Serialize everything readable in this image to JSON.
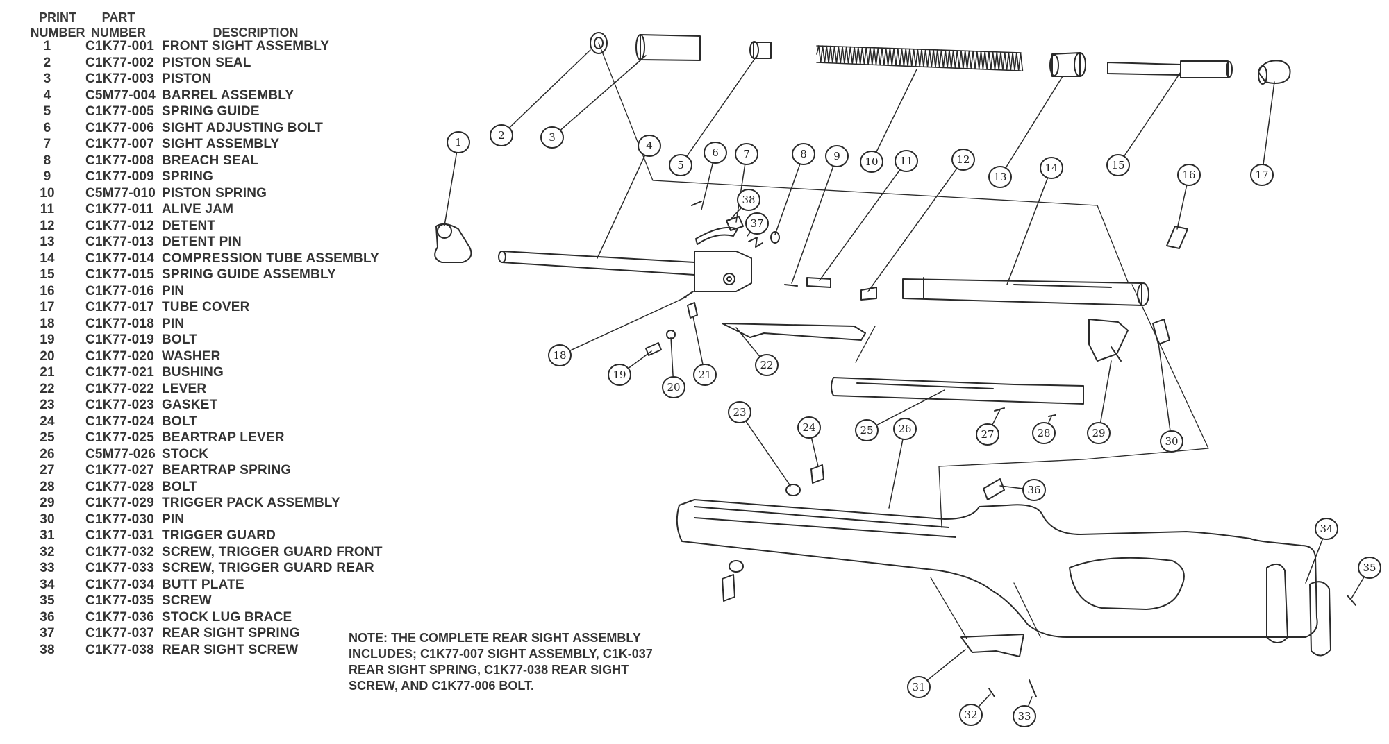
{
  "table": {
    "headers": {
      "print_number_line1": "PRINT",
      "print_number_line2": "NUMBER",
      "part_number_line1": "PART",
      "part_number_line2": "NUMBER",
      "description": "DESCRIPTION"
    },
    "rows": [
      {
        "num": "1",
        "part": "C1K77-001",
        "desc": "FRONT SIGHT ASSEMBLY"
      },
      {
        "num": "2",
        "part": "C1K77-002",
        "desc": "PISTON SEAL"
      },
      {
        "num": "3",
        "part": "C1K77-003",
        "desc": "PISTON"
      },
      {
        "num": "4",
        "part": "C5M77-004",
        "desc": "BARREL ASSEMBLY"
      },
      {
        "num": "5",
        "part": "C1K77-005",
        "desc": "SPRING GUIDE"
      },
      {
        "num": "6",
        "part": "C1K77-006",
        "desc": "SIGHT ADJUSTING BOLT"
      },
      {
        "num": "7",
        "part": "C1K77-007",
        "desc": "SIGHT ASSEMBLY"
      },
      {
        "num": "8",
        "part": "C1K77-008",
        "desc": "BREACH SEAL"
      },
      {
        "num": "9",
        "part": "C1K77-009",
        "desc": "SPRING"
      },
      {
        "num": "10",
        "part": "C5M77-010",
        "desc": "PISTON SPRING"
      },
      {
        "num": "11",
        "part": "C1K77-011",
        "desc": "ALIVE JAM"
      },
      {
        "num": "12",
        "part": "C1K77-012",
        "desc": "DETENT"
      },
      {
        "num": "13",
        "part": "C1K77-013",
        "desc": "DETENT PIN"
      },
      {
        "num": "14",
        "part": "C1K77-014",
        "desc": "COMPRESSION TUBE ASSEMBLY"
      },
      {
        "num": "15",
        "part": "C1K77-015",
        "desc": "SPRING GUIDE ASSEMBLY"
      },
      {
        "num": "16",
        "part": "C1K77-016",
        "desc": "PIN"
      },
      {
        "num": "17",
        "part": "C1K77-017",
        "desc": "TUBE COVER"
      },
      {
        "num": "18",
        "part": "C1K77-018",
        "desc": "PIN"
      },
      {
        "num": "19",
        "part": "C1K77-019",
        "desc": "BOLT"
      },
      {
        "num": "20",
        "part": "C1K77-020",
        "desc": "WASHER"
      },
      {
        "num": "21",
        "part": "C1K77-021",
        "desc": "BUSHING"
      },
      {
        "num": "22",
        "part": "C1K77-022",
        "desc": "LEVER"
      },
      {
        "num": "23",
        "part": "C1K77-023",
        "desc": "GASKET"
      },
      {
        "num": "24",
        "part": "C1K77-024",
        "desc": "BOLT"
      },
      {
        "num": "25",
        "part": "C1K77-025",
        "desc": "BEARTRAP LEVER"
      },
      {
        "num": "26",
        "part": "C5M77-026",
        "desc": "STOCK"
      },
      {
        "num": "27",
        "part": "C1K77-027",
        "desc": "BEARTRAP SPRING"
      },
      {
        "num": "28",
        "part": "C1K77-028",
        "desc": "BOLT"
      },
      {
        "num": "29",
        "part": "C1K77-029",
        "desc": "TRIGGER PACK ASSEMBLY"
      },
      {
        "num": "30",
        "part": "C1K77-030",
        "desc": "PIN"
      },
      {
        "num": "31",
        "part": "C1K77-031",
        "desc": "TRIGGER GUARD"
      },
      {
        "num": "32",
        "part": "C1K77-032",
        "desc": "SCREW, TRIGGER GUARD FRONT"
      },
      {
        "num": "33",
        "part": "C1K77-033",
        "desc": "SCREW, TRIGGER GUARD REAR"
      },
      {
        "num": "34",
        "part": "C1K77-034",
        "desc": "BUTT PLATE"
      },
      {
        "num": "35",
        "part": "C1K77-035",
        "desc": "SCREW"
      },
      {
        "num": "36",
        "part": "C1K77-036",
        "desc": "STOCK LUG BRACE"
      },
      {
        "num": "37",
        "part": "C1K77-037",
        "desc": "REAR SIGHT SPRING"
      },
      {
        "num": "38",
        "part": "C1K77-038",
        "desc": "REAR SIGHT SCREW"
      }
    ]
  },
  "note": {
    "label": "NOTE:",
    "text": "THE COMPLETE REAR SIGHT ASSEMBLY INCLUDES; C1K77-007 SIGHT ASSEMBLY, C1K-037 REAR SIGHT SPRING, C1K77-038 REAR SIGHT SCREW, AND C1K77-006 BOLT."
  },
  "callouts": [
    "1",
    "2",
    "3",
    "4",
    "5",
    "6",
    "7",
    "8",
    "9",
    "10",
    "11",
    "12",
    "13",
    "14",
    "15",
    "16",
    "17",
    "18",
    "19",
    "20",
    "21",
    "22",
    "23",
    "24",
    "25",
    "26",
    "27",
    "28",
    "29",
    "30",
    "31",
    "32",
    "33",
    "34",
    "35",
    "36",
    "37",
    "38"
  ],
  "colors": {
    "ink": "#2a2a2a",
    "paper": "#ffffff"
  }
}
